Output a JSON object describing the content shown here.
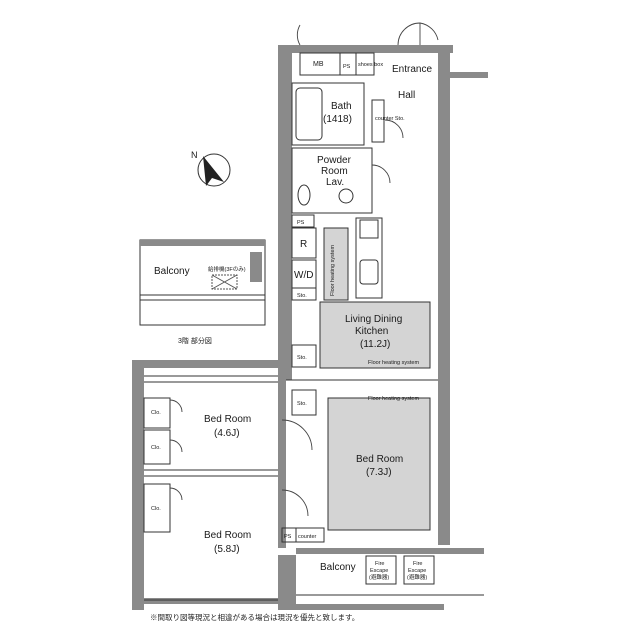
{
  "labels": {
    "mb": "MB",
    "ps_top": "PS",
    "shoe_box": "shoes box",
    "entrance": "Entrance",
    "hall": "Hall",
    "bath": "Bath",
    "bath_size": "(1418)",
    "counter_sto": "counter Sto.",
    "powder_room_1": "Powder",
    "powder_room_2": "Room",
    "powder_room_3": "Lav.",
    "ps_mid": "PS",
    "r": "R",
    "wd": "W/D",
    "sto_wd": "Sto.",
    "floor_heating_vertical": "Floor heating system",
    "ldk_1": "Living Dining",
    "ldk_2": "Kitchen",
    "ldk_3": "(11.2J)",
    "floor_heating_ldk": "Floor heating system",
    "sto_left_1": "Sto.",
    "sto_left_2": "Sto.",
    "floor_heating_bed": "Floor heating system",
    "bed_main_1": "Bed Room",
    "bed_main_2": "(7.3J)",
    "bed_46_1": "Bed Room",
    "bed_46_2": "(4.6J)",
    "bed_58_1": "Bed Room",
    "bed_58_2": "(5.8J)",
    "clo_1": "Clo.",
    "clo_2": "Clo.",
    "clo_3": "Clo.",
    "ps_bottom": "PS",
    "counter_bottom": "counter",
    "balcony_main": "Balcony",
    "fire_escape_1a": "Fire",
    "fire_escape_1b": "Escape",
    "fire_escape_1c": "(避難器)",
    "fire_escape_2a": "Fire",
    "fire_escape_2b": "Escape",
    "fire_escape_2c": "(避難器)",
    "inset_balcony": "Balcony",
    "inset_note": "給排機(3Fのみ)",
    "inset_caption": "3階 部分図",
    "footer_note": "※間取り図等現況と相違がある場合は現況を優先と致します。"
  },
  "colors": {
    "wall": "#8a8a8a",
    "heated_floor": "#d4d4d4",
    "line": "#333333"
  }
}
